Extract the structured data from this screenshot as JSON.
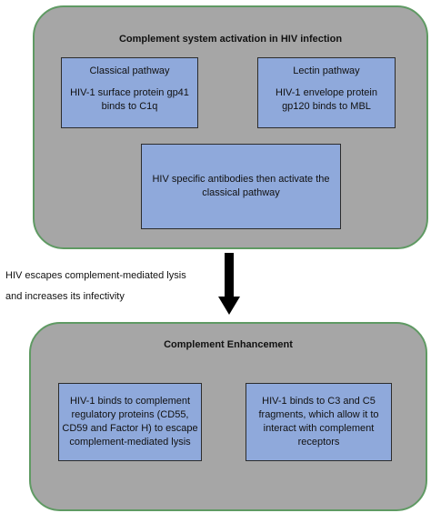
{
  "top_panel": {
    "title": "Complement system activation in HIV infection",
    "classical": {
      "heading": "Classical pathway",
      "line1": "HIV-1 surface protein gp41",
      "line2": "binds to C1q"
    },
    "lectin": {
      "heading": "Lectin pathway",
      "line1": "HIV-1 envelope protein",
      "line2": "gp120 binds to MBL"
    },
    "antibodies": {
      "line1": "HIV specific antibodies then activate the",
      "line2": "classical pathway"
    }
  },
  "connector": {
    "line1": "HIV escapes complement-mediated lysis",
    "line2": "and increases its infectivity",
    "arrow_icon": "down-arrow-icon"
  },
  "bottom_panel": {
    "title": "Complement Enhancement",
    "regulatory": {
      "line1": "HIV-1 binds to complement",
      "line2": "regulatory proteins (CD55,",
      "line3": "CD59 and Factor H) to escape",
      "line4": "complement-mediated lysis"
    },
    "c3c5": {
      "line1": "HIV-1 binds to C3 and C5",
      "line2": "fragments, which allow it to",
      "line3": "interact with complement",
      "line4": "receptors"
    }
  },
  "colors": {
    "panel_fill": "#a6a6a6",
    "panel_border": "#5f9a63",
    "box_fill": "#8fa9db",
    "box_border": "#2c2c2c",
    "arrow": "#000000"
  }
}
